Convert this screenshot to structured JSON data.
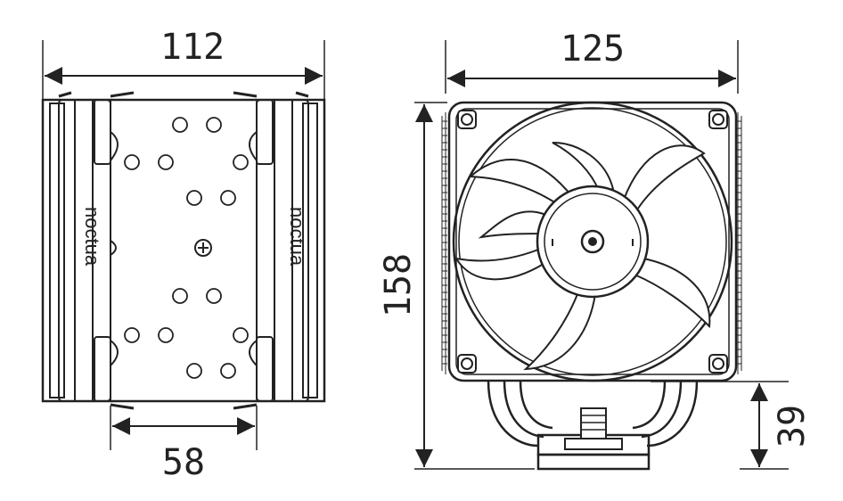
{
  "dimensions": {
    "top_width": "112",
    "fan_width": "125",
    "height": "158",
    "base_width": "58",
    "base_height": "39"
  },
  "brand_text": "noctua",
  "colors": {
    "stroke": "#222222",
    "background": "#ffffff"
  }
}
